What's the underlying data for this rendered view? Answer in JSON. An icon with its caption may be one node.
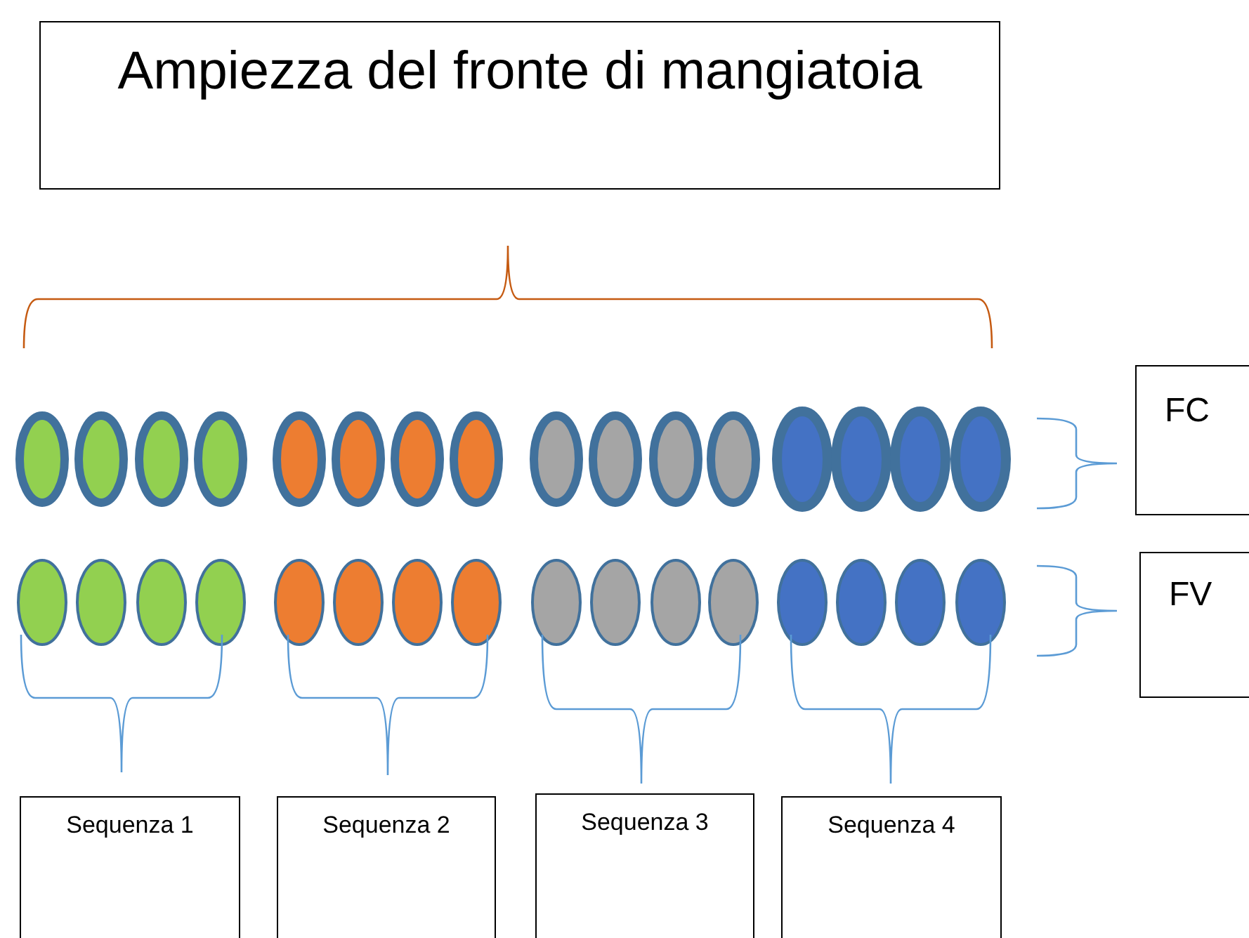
{
  "diagram": {
    "nodes": [
      {
        "text": [
          "Ampiezza del fronte di mangiatoia"
        ]
      },
      {
        "text": [
          "FC"
        ]
      },
      {
        "text": [
          "FV"
        ]
      },
      {
        "text": [
          "Sequenza 1"
        ]
      },
      {
        "text": [
          "Sequenza 2"
        ]
      },
      {
        "text": [
          "Sequenza 3"
        ]
      },
      {
        "text": [
          "Sequenza 4"
        ]
      }
    ]
  }
}
